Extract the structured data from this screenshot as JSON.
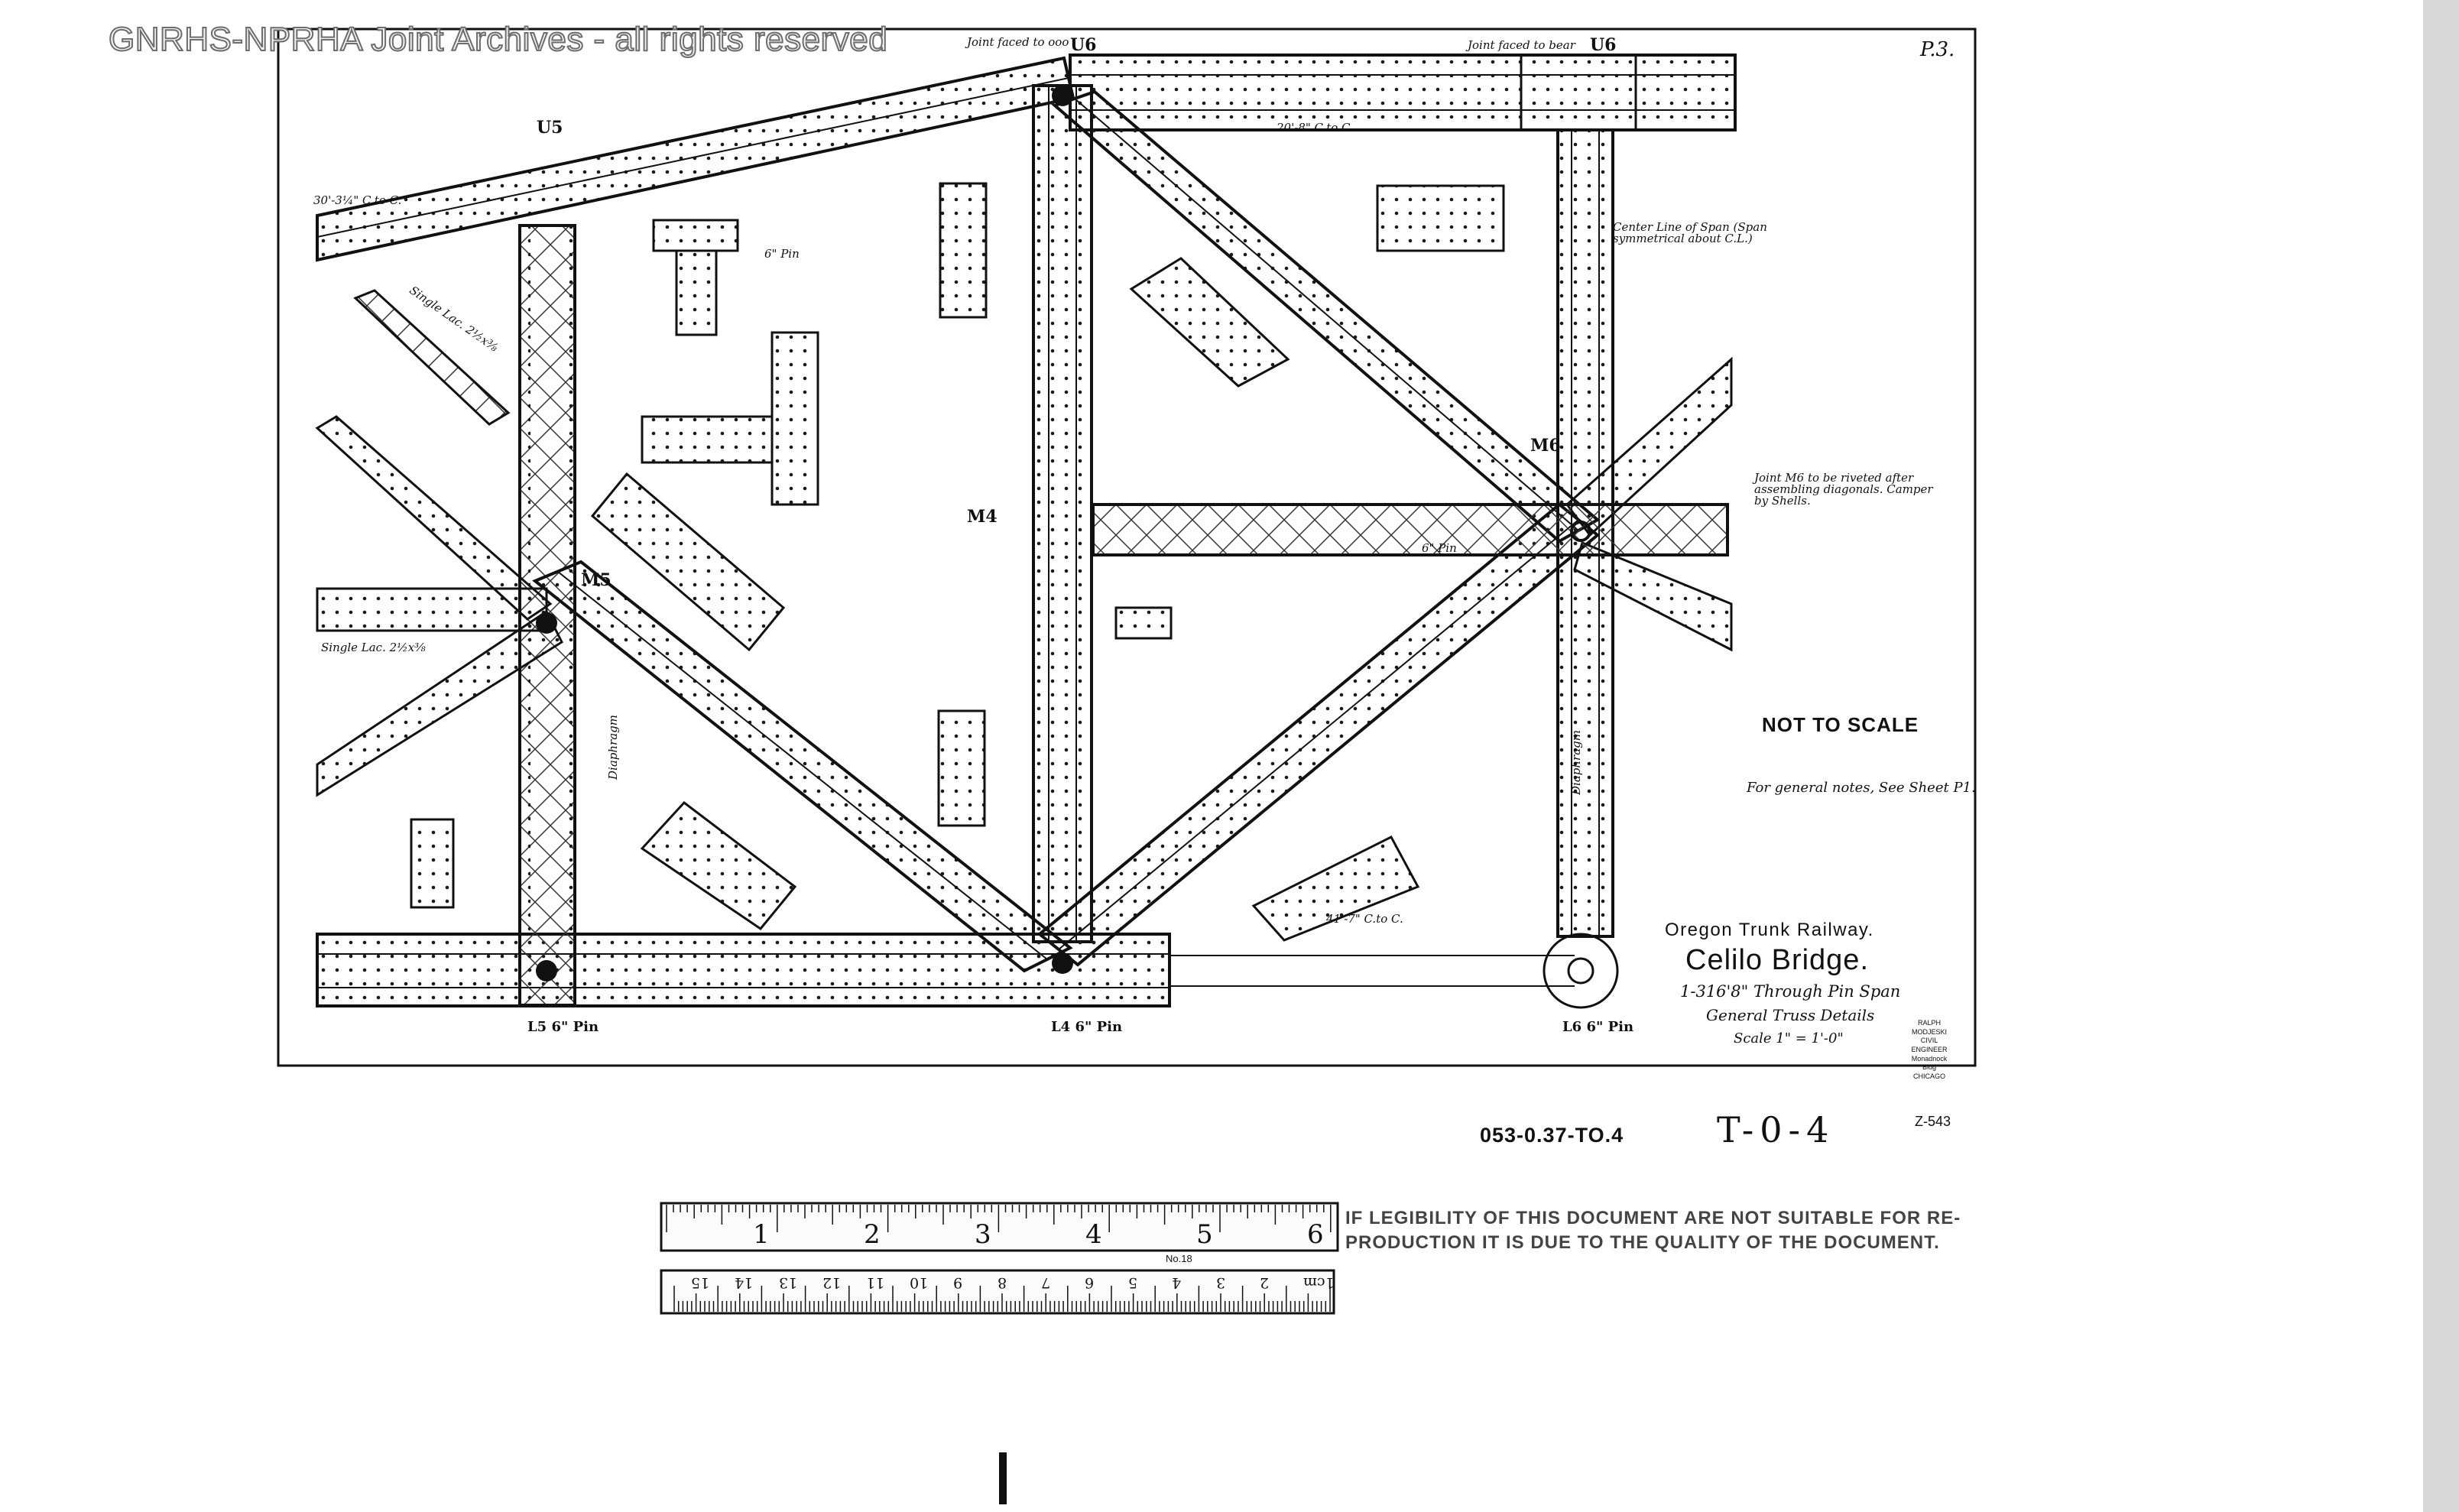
{
  "watermark": "GNRHS-NPRHA Joint Archives - all rights reserved",
  "page_number": "P.3.",
  "not_to_scale": "NOT TO SCALE",
  "general_notes": "For general notes, See Sheet P1.",
  "title_block": {
    "railway": "Oregon Trunk Railway.",
    "bridge": "Celilo Bridge.",
    "span": "1-316'8\" Through Pin Span",
    "details": "General Truss Details",
    "scale": "Scale 1\" = 1'-0\"",
    "firm": "RALPH MODJESKI CIVIL ENGINEER Monadnock Bldg CHICAGO"
  },
  "reference_number": "053-0.37-TO.4",
  "sheet_code": "T-0-4",
  "corner_code": "Z-543",
  "joints": {
    "u5": "U5",
    "u6": "U6",
    "m4": "M4",
    "m5": "M5",
    "m6": "M6",
    "l5": "L5 6\" Pin",
    "l4": "L4 6\" Pin",
    "l6": "L6 6\" Pin"
  },
  "notes": {
    "joint_faced_1": "Joint faced to ooo",
    "joint_faced_2": "Joint faced to bear",
    "center_line": "Center Line of Span (Span symmetrical about C.L.)",
    "joint_m6": "Joint M6 to be riveted after assembling diagonals. Camper by Shells.",
    "single_lac_1": "Single Lac. 2½x⅜",
    "single_lac_2": "Single Lac. 2½x⅜",
    "diaphragm_1": "Diaphragm",
    "diaphragm_2": "Diaphragm",
    "c_to_c_1": "30'-3¼\" C.to C.",
    "c_to_c_2": "20'-8\" C.to C.",
    "c_to_c_3": "41'-7\" C.to C.",
    "pin_1": "6\" Pin",
    "pin_2": "6\" Pin"
  },
  "ruler": {
    "inch_labels": [
      "1",
      "2",
      "3",
      "4",
      "5",
      "6"
    ],
    "cm_labels": [
      "1cm",
      "2",
      "3",
      "4",
      "5",
      "6",
      "7",
      "8",
      "9",
      "10",
      "11",
      "12",
      "13",
      "14",
      "15"
    ],
    "stamp": "No.18"
  },
  "notice": "IF LEGIBILITY OF THIS DOCUMENT ARE NOT SUITABLE FOR RE-\nPRODUCTION IT IS DUE TO THE QUALITY OF THE DOCUMENT."
}
